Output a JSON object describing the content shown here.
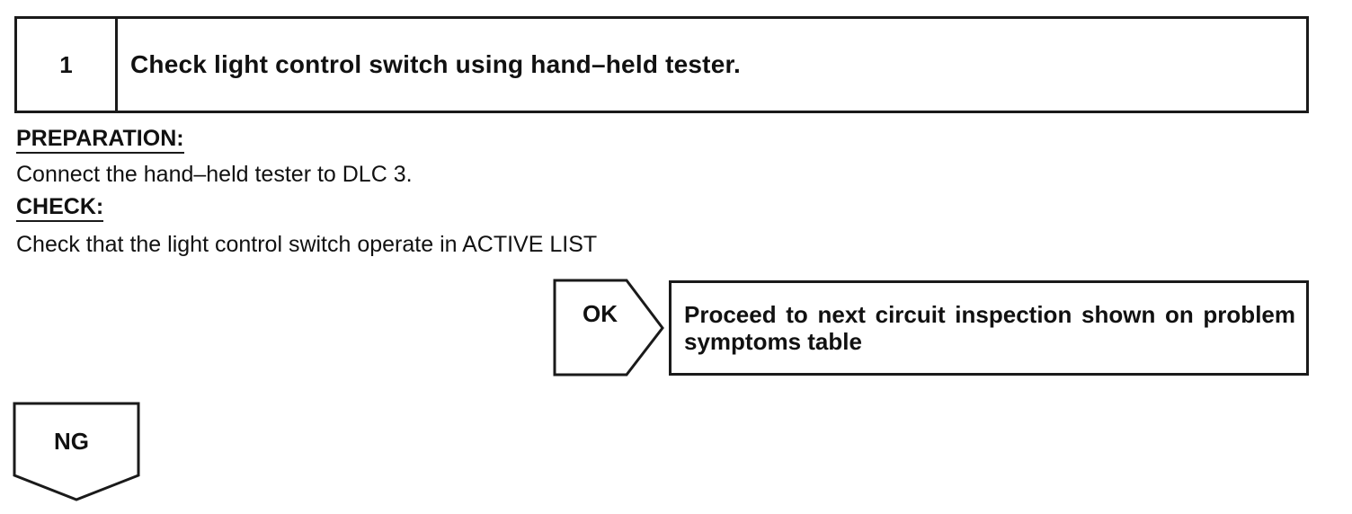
{
  "step": {
    "number": "1",
    "title": "Check light control switch using hand–held tester."
  },
  "preparation": {
    "label": "PREPARATION:",
    "text": "Connect the hand–held tester to DLC 3."
  },
  "check": {
    "label": "CHECK:",
    "text": "Check that the light control switch operate in ACTIVE LIST"
  },
  "results": {
    "ok": {
      "label": "OK",
      "text": "Proceed to next circuit inspection shown on problem symptoms table"
    },
    "ng": {
      "label": "NG"
    }
  }
}
